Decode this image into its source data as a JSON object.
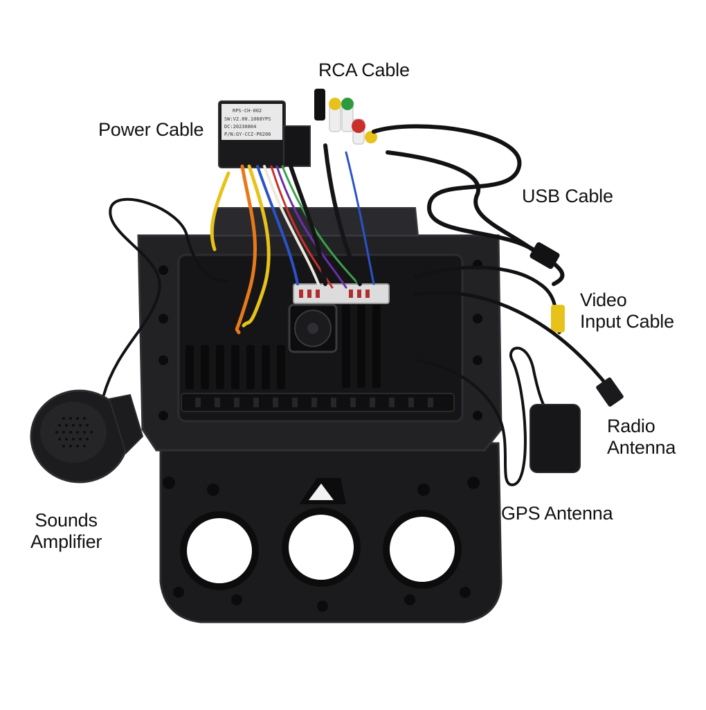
{
  "labels": {
    "rca": "RCA Cable",
    "power": "Power Cable",
    "usb": "USB Cable",
    "video": "Video\nInput Cable",
    "radio": "Radio\nAntenna",
    "gps": "GPS Antenna",
    "amplifier": "Sounds\nAmplifier"
  },
  "module_label": {
    "line1": "RPS-CH-002",
    "line2": "SW:V2.00.1068YPS",
    "line3": "DC:20230804",
    "line4": "P/N:GY-CCZ-P6206"
  },
  "colors": {
    "background": "#ffffff",
    "housing": "#1b1b1d",
    "housing_edge": "#2c2c2f",
    "rca_yellow": "#e7c21a",
    "rca_green": "#2e9a3d",
    "rca_red": "#c9302c",
    "wire_orange": "#e8791b",
    "wire_blue": "#2a53c9",
    "wire_white": "#ece8dc",
    "text": "#111111"
  }
}
